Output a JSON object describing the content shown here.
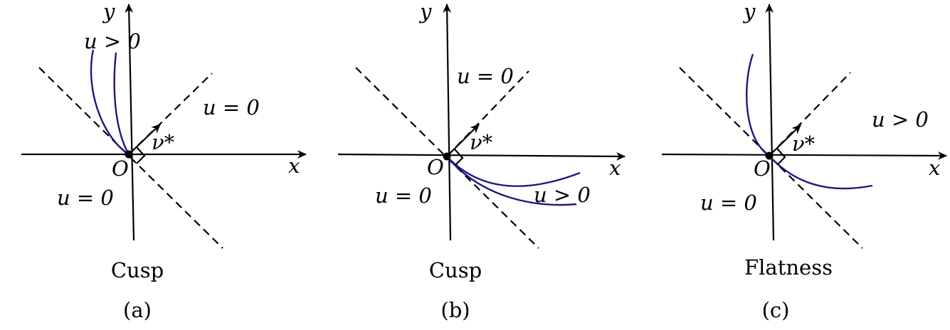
{
  "panels": [
    {
      "id": "a",
      "axis_x": "x",
      "axis_y": "y",
      "origin": "O",
      "normal": "ν*",
      "region_labels": [
        "u > 0",
        "u = 0",
        "u = 0"
      ],
      "caption": "Cusp",
      "tag": "(a)"
    },
    {
      "id": "b",
      "axis_x": "x",
      "axis_y": "y",
      "origin": "O",
      "normal": "ν*",
      "region_labels": [
        "u = 0",
        "u = 0",
        "u > 0"
      ],
      "caption": "Cusp",
      "tag": "(b)"
    },
    {
      "id": "c",
      "axis_x": "x",
      "axis_y": "y",
      "origin": "O",
      "normal": "ν*",
      "region_labels": [
        "u > 0",
        "u = 0"
      ],
      "caption": "Flatness",
      "tag": "(c)"
    }
  ],
  "colors": {
    "axes": "#000000",
    "free_boundary_curve": "#1a1a80"
  }
}
